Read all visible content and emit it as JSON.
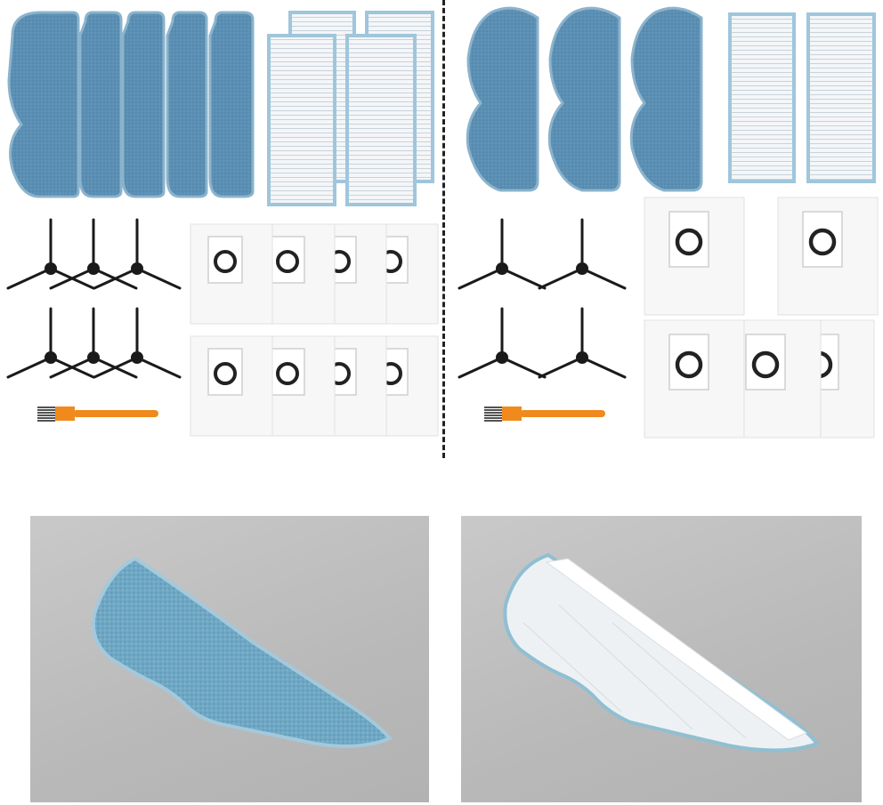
{
  "colors": {
    "mop_blue": "#5b8fb3",
    "mop_edge": "#8bb3cc",
    "filter_white": "#f4f6f8",
    "filter_frame": "#9fc6dc",
    "bag_white": "#f7f7f7",
    "brush_black": "#1a1a1a",
    "cleaning_tool_orange": "#f08a1c",
    "photo_background": "#bdbdbd",
    "divider": "#222222"
  },
  "left_kit": {
    "mop_pads": 5,
    "hepa_filters": 4,
    "side_brushes": 6,
    "dust_bags": 8,
    "cleaning_tools": 1
  },
  "right_kit": {
    "mop_pads": 3,
    "hepa_filters": 2,
    "side_brushes": 4,
    "dust_bags": 5,
    "cleaning_tools": 1
  },
  "photos": [
    {
      "subject": "mop-pad-front",
      "color": "#6fa8c4"
    },
    {
      "subject": "mop-pad-back",
      "color": "#eef1f4"
    }
  ]
}
